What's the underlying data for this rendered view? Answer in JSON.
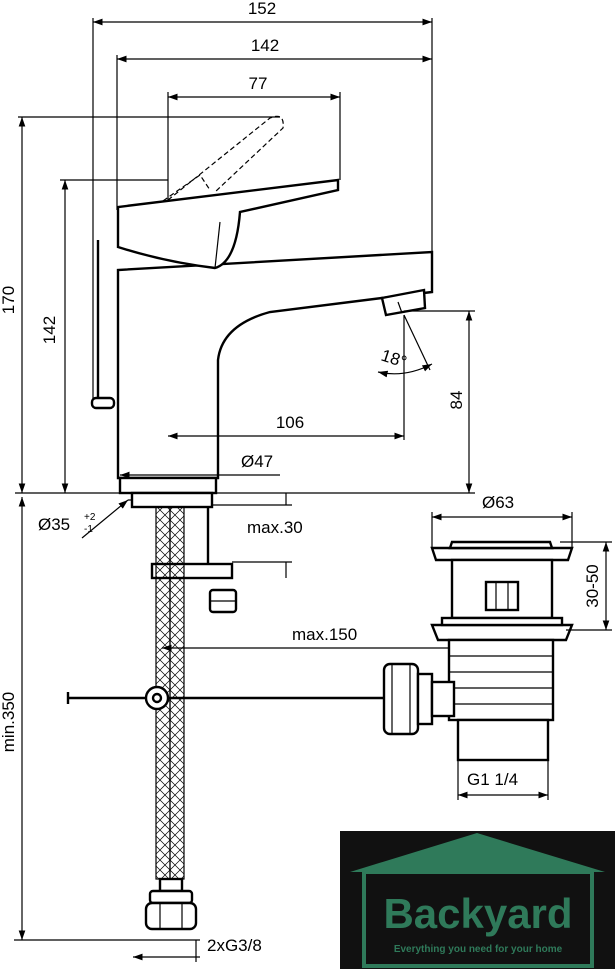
{
  "dimensions": {
    "overall_width": "152",
    "body_width": "142",
    "lever_reach": "77",
    "total_height": "170",
    "body_height": "142",
    "spout_reach": "106",
    "spout_height": "84",
    "base_diameter": "Ø47",
    "hole_diameter_main": "Ø35",
    "hole_tol_plus": "+2",
    "hole_tol_minus": "-1",
    "deck_thickness": "max.30",
    "pull_rod_reach": "max.150",
    "waste_diameter": "Ø63",
    "waste_height": "30-50",
    "waste_thread": "G1 1/4",
    "hose_length": "min.350",
    "connections": "2xG3/8",
    "spray_angle": "18°"
  },
  "logo": {
    "name": "Backyard",
    "tagline": "Everything you need for your home",
    "background": "#111111",
    "accent": "#2f7a5a"
  }
}
